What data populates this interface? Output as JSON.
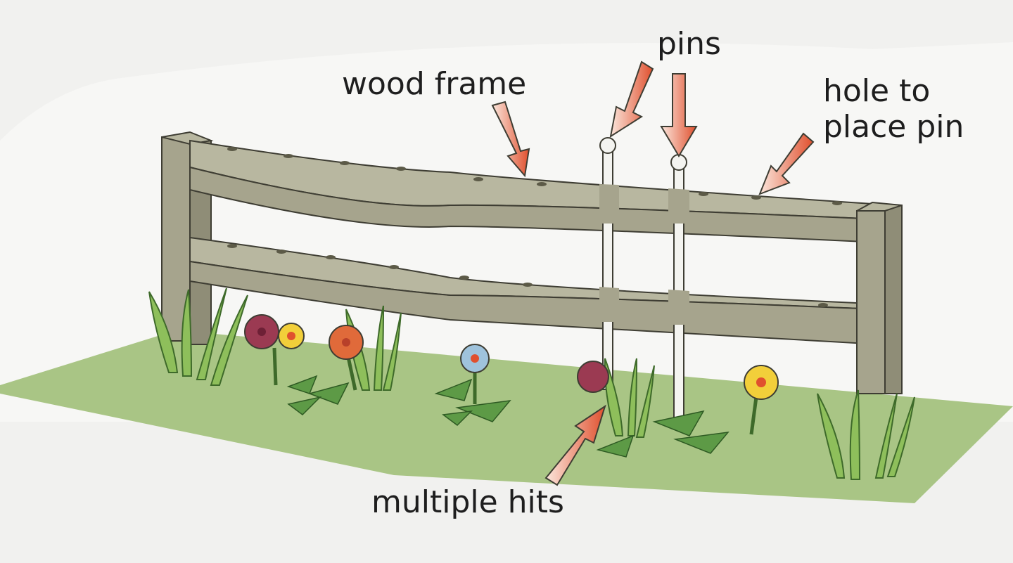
{
  "labels": {
    "wood_frame": "wood frame",
    "pins": "pins",
    "hole_line1": "hole to",
    "hole_line2": "place pin",
    "multiple_hits": "multiple hits"
  },
  "colors": {
    "background": "#f1f1ef",
    "grass": "#a9c585",
    "wood": "#a6a48d",
    "wood_top": "#b8b7a0",
    "wood_dark": "#7a7863",
    "pin": "#f4f4f0",
    "arrow_tip": "#e0502e",
    "arrow_tail": "#fbe6dc",
    "leaf": "#8ebf5b",
    "flower_maroon": "#9b3a52",
    "flower_yellow": "#f2cf3a",
    "flower_orange": "#e06a3a",
    "flower_blue": "#9fc3dc"
  }
}
